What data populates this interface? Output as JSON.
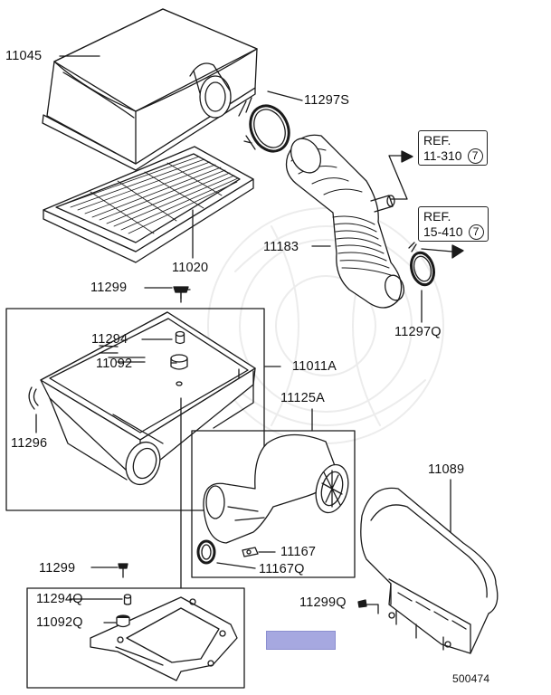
{
  "parts": {
    "p11045": "11045",
    "p11297S": "11297S",
    "p11020": "11020",
    "p11183": "11183",
    "p11299_top": "11299",
    "p11297Q": "11297Q",
    "p11294": "11294",
    "p11092": "11092",
    "p11011A": "11011A",
    "p11296": "11296",
    "p11125A": "11125A",
    "p11089": "11089",
    "p11167": "11167",
    "p11167Q": "11167Q",
    "p11299_bot": "11299",
    "p11294Q": "11294Q",
    "p11092Q": "11092Q",
    "p11299Q": "11299Q"
  },
  "refs": {
    "ref1": {
      "title": "REF.",
      "code": "11-310",
      "num": "7"
    },
    "ref2": {
      "title": "REF.",
      "code": "15-410",
      "num": "7"
    }
  },
  "diagram_id": "500474",
  "colors": {
    "highlight": "#a6a8e0",
    "line": "#1a1a1a"
  }
}
